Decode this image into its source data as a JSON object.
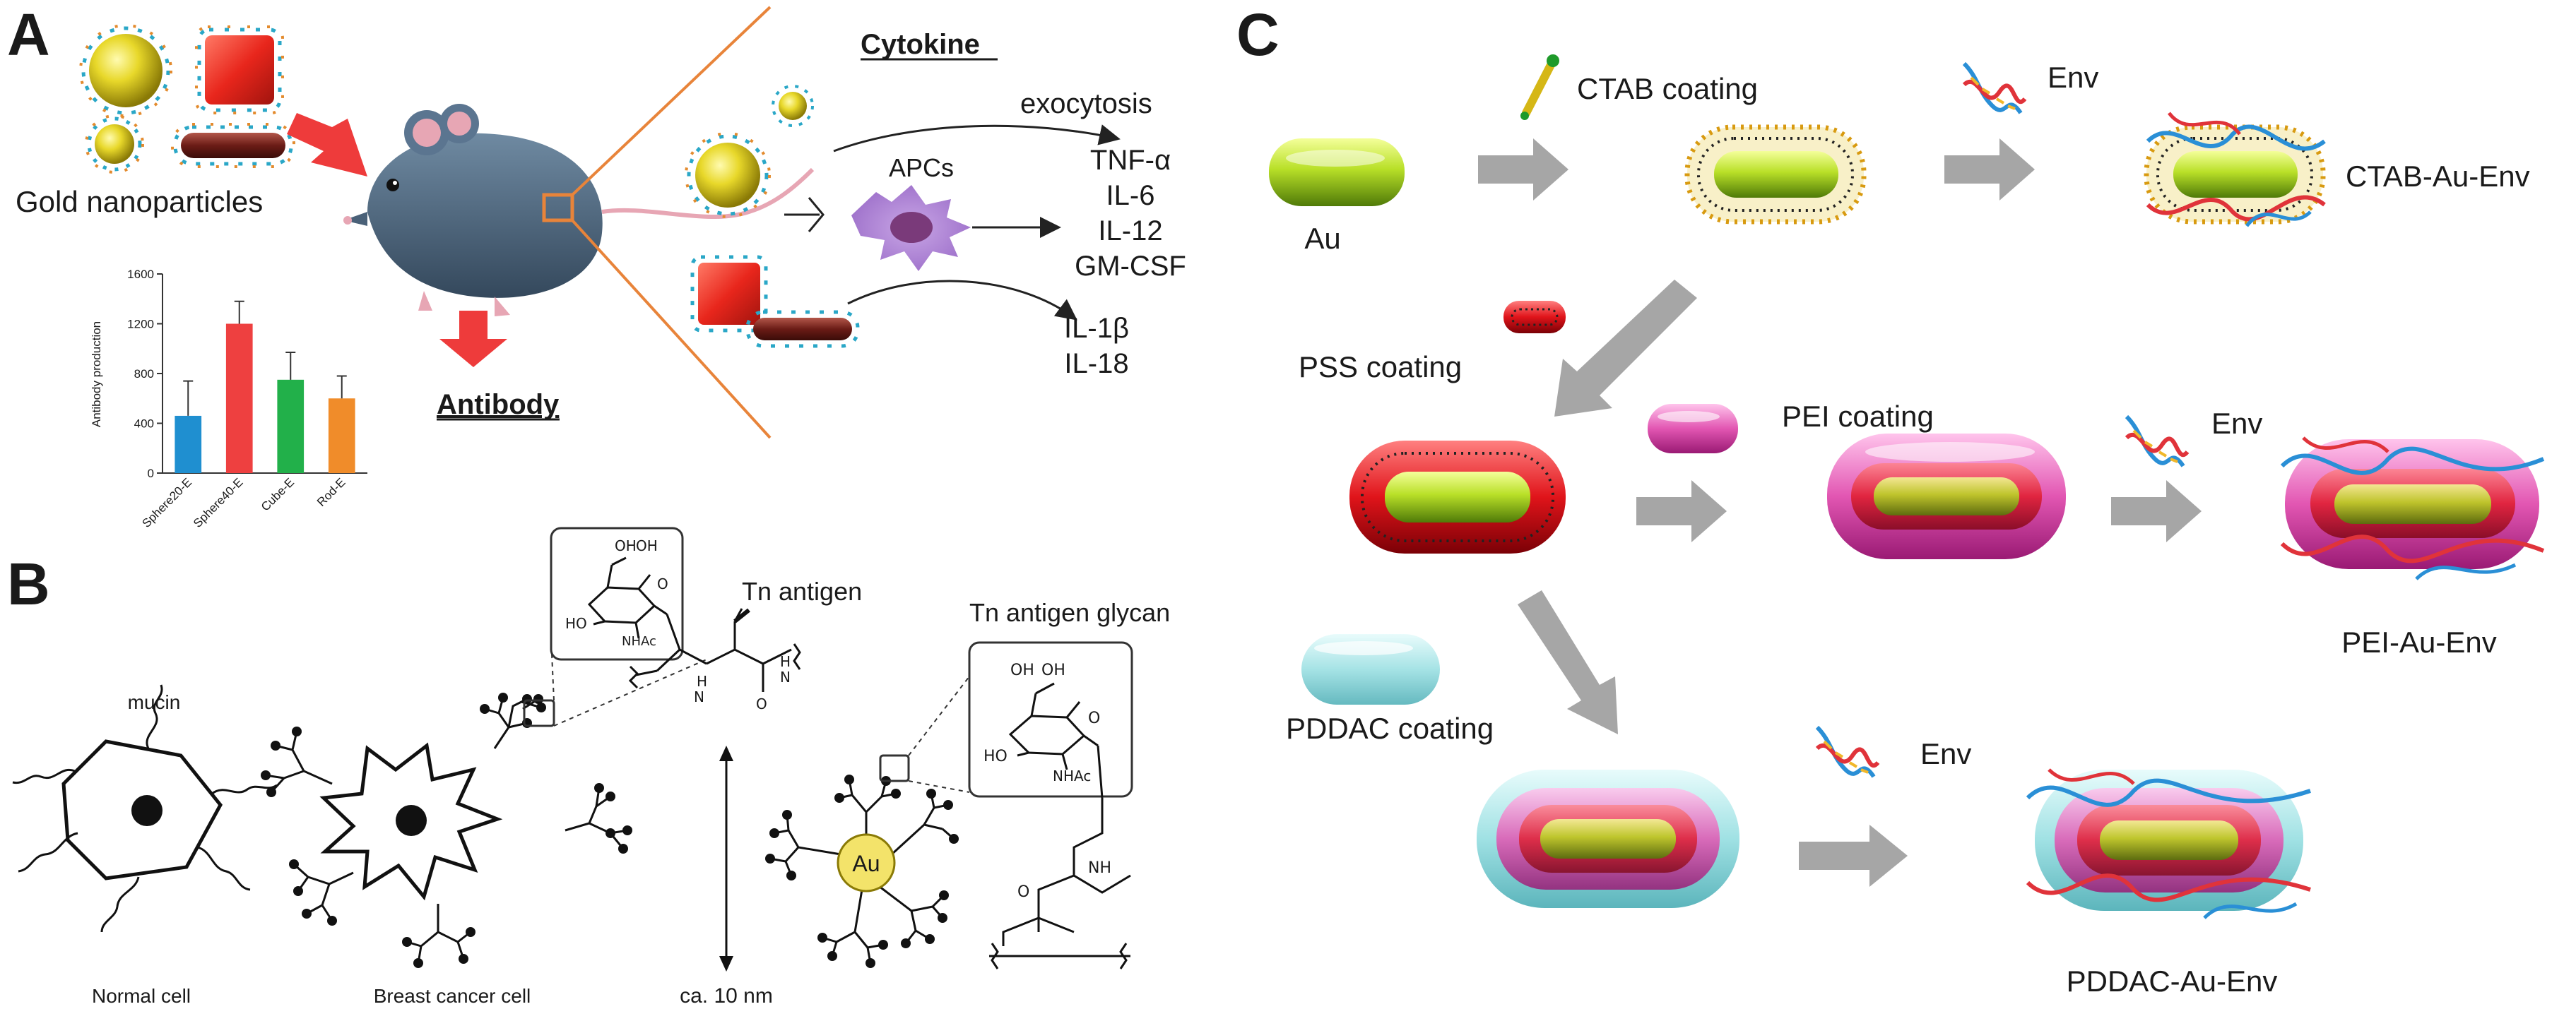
{
  "panels": {
    "a": "A",
    "b": "B",
    "c": "C"
  },
  "panel_a": {
    "gold_label": "Gold nanoparticles",
    "cytokine_heading": "Cytokine",
    "antibody_heading": "Antibody",
    "apcs_label": "APCs",
    "exocytosis_label": "exocytosis",
    "cytokines_group1": [
      "TNF-α",
      "IL-6",
      "IL-12",
      "GM-CSF"
    ],
    "cytokines_group2": [
      "IL-1β",
      "IL-18"
    ]
  },
  "panel_b": {
    "mucin_label": "mucin",
    "normal_cell_label": "Normal cell",
    "cancer_cell_label": "Breast cancer cell",
    "tn_antigen_label": "Tn antigen",
    "tn_glycan_label": "Tn antigen glycan",
    "scale_label": "ca. 10 nm",
    "au_label": "Au",
    "chem_oh": "OH",
    "chem_ho": "HO",
    "chem_nhac": "NHAc",
    "chem_o": "O",
    "chem_h": "H",
    "chem_nh": "NH",
    "chem_n": "N"
  },
  "panel_c": {
    "au_label": "Au",
    "ctab_coating": "CTAB coating",
    "env_label": "Env",
    "ctab_product": "CTAB-Au-Env",
    "pss_coating": "PSS coating",
    "pei_coating": "PEI coating",
    "pei_product": "PEI-Au-Env",
    "pddac_coating": "PDDAC coating",
    "pddac_product": "PDDAC-Au-Env"
  },
  "colors": {
    "gold": "#e8d82a",
    "red_cube": "#e8261c",
    "rod": "#6b1c16",
    "arrow_red": "#ee3b3b",
    "grey_arrow": "#a6a6a6",
    "orange_line": "#e8843a",
    "magenta": "#d63c9a",
    "cyan": "#7fd7dd",
    "green_rod": "#9ed321"
  },
  "chart_data": {
    "type": "bar",
    "categories": [
      "Sphere20-E",
      "Sphere40-E",
      "Cube-E",
      "Rod-E"
    ],
    "values": [
      460,
      1200,
      750,
      600
    ],
    "errors": [
      280,
      180,
      220,
      180
    ],
    "colors": [
      "#1f8fd0",
      "#ee4040",
      "#22b04a",
      "#f08c2a"
    ],
    "title": "",
    "xlabel": "",
    "ylabel": "Antibody production",
    "ylim": [
      0,
      1600
    ],
    "yticks": [
      0,
      400,
      800,
      1200,
      1600
    ],
    "grid": false,
    "legend": "none"
  }
}
